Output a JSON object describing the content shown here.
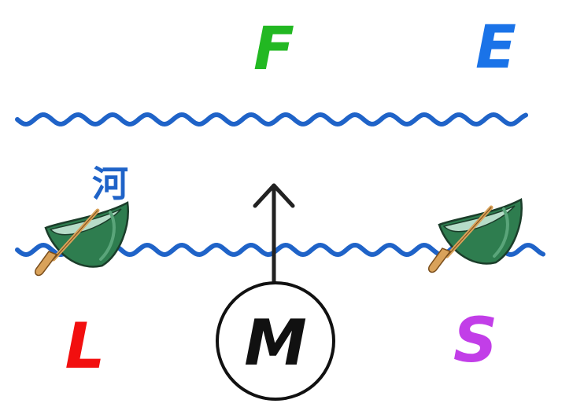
{
  "labels": {
    "top_middle": "F",
    "top_right": "E",
    "bottom_left": "L",
    "bottom_right": "S",
    "circle": "M",
    "river": "河"
  },
  "colors": {
    "F": "#22b822",
    "E": "#1a73e8",
    "L": "#f20f0f",
    "S": "#c23ee8",
    "river": "#1f63c8",
    "wave": "#1f63c8",
    "arrow": "#222222",
    "circle_stroke": "#111111",
    "boat_hull": "#2e7d4f",
    "boat_inside": "#b6dcc8",
    "oar": "#d9a25a"
  },
  "icons": {
    "boat": "rowboat-icon"
  }
}
